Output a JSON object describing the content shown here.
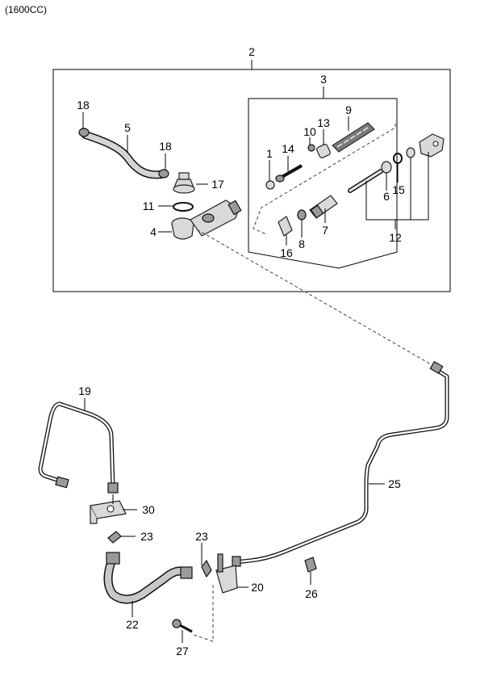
{
  "caption": "(1600CC)",
  "labels": [
    "2",
    "3",
    "18",
    "5",
    "18",
    "17",
    "11",
    "4",
    "1",
    "14",
    "10",
    "13",
    "9",
    "6",
    "15",
    "12",
    "7",
    "8",
    "16",
    "19",
    "30",
    "23",
    "23",
    "20",
    "22",
    "25",
    "26",
    "27"
  ]
}
